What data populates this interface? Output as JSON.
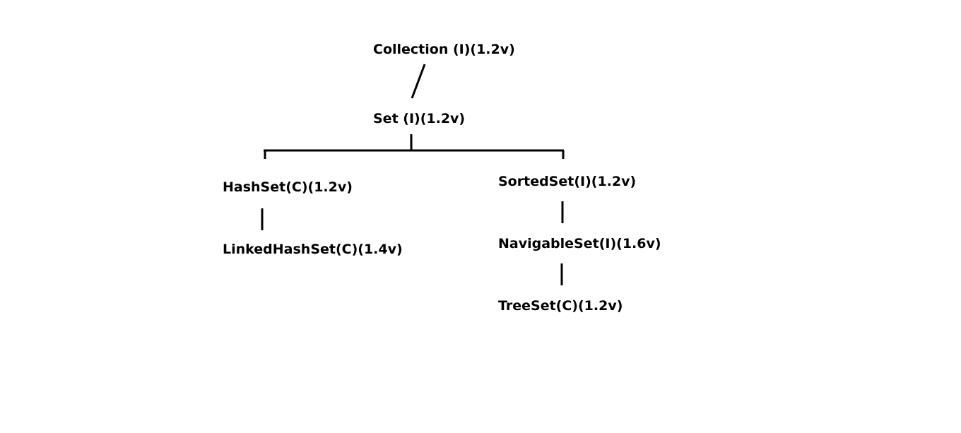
{
  "diagram": {
    "nodes": {
      "collection": "Collection (I)(1.2v)",
      "set": "Set (I)(1.2v)",
      "hashset": "HashSet(C)(1.2v)",
      "linkedhashset": "LinkedHashSet(C)(1.4v)",
      "sortedset": "SortedSet(I)(1.2v)",
      "navigableset": "NavigableSet(I)(1.6v)",
      "treeset": "TreeSet(C)(1.2v)"
    },
    "edges": [
      [
        "collection",
        "set"
      ],
      [
        "set",
        "hashset"
      ],
      [
        "set",
        "sortedset"
      ],
      [
        "hashset",
        "linkedhashset"
      ],
      [
        "sortedset",
        "navigableset"
      ],
      [
        "navigableset",
        "treeset"
      ]
    ],
    "colors": {
      "background": "#ffffff",
      "text": "#000000",
      "line": "#000000"
    }
  }
}
